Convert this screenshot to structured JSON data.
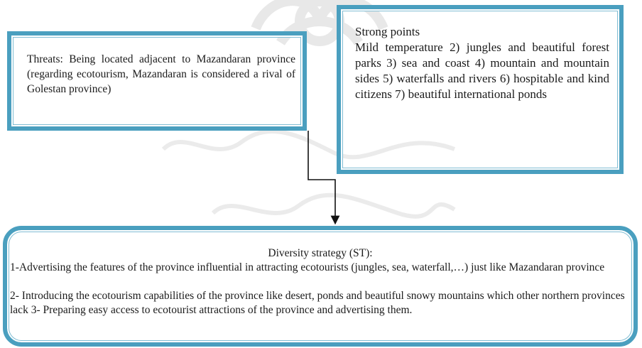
{
  "threats": {
    "text": "Threats: Being located adjacent to Mazandaran province (regarding ecotourism, Mazandaran is considered a rival of Golestan province)"
  },
  "strong_points": {
    "title": "Strong points",
    "text": "Mild temperature 2) jungles and beautiful forest parks 3) sea and coast 4) mountain and mountain sides 5) waterfalls and rivers 6) hospitable and kind citizens 7) beautiful international ponds"
  },
  "strategy": {
    "title": "Diversity strategy (ST):",
    "item1": "1-Advertising the features of the province influential in attracting ecotourists (jungles, sea, waterfall,…) just like Mazandaran province",
    "item2": "2- Introducing the ecotourism capabilities of the province like desert, ponds and beautiful snowy mountains which other northern provinces lack 3- Preparing easy access to ecotourist attractions of the province and advertising them."
  },
  "colors": {
    "box_border": "#4a9fbf",
    "watermark": "#c9c9c9",
    "arrow": "#111111"
  }
}
